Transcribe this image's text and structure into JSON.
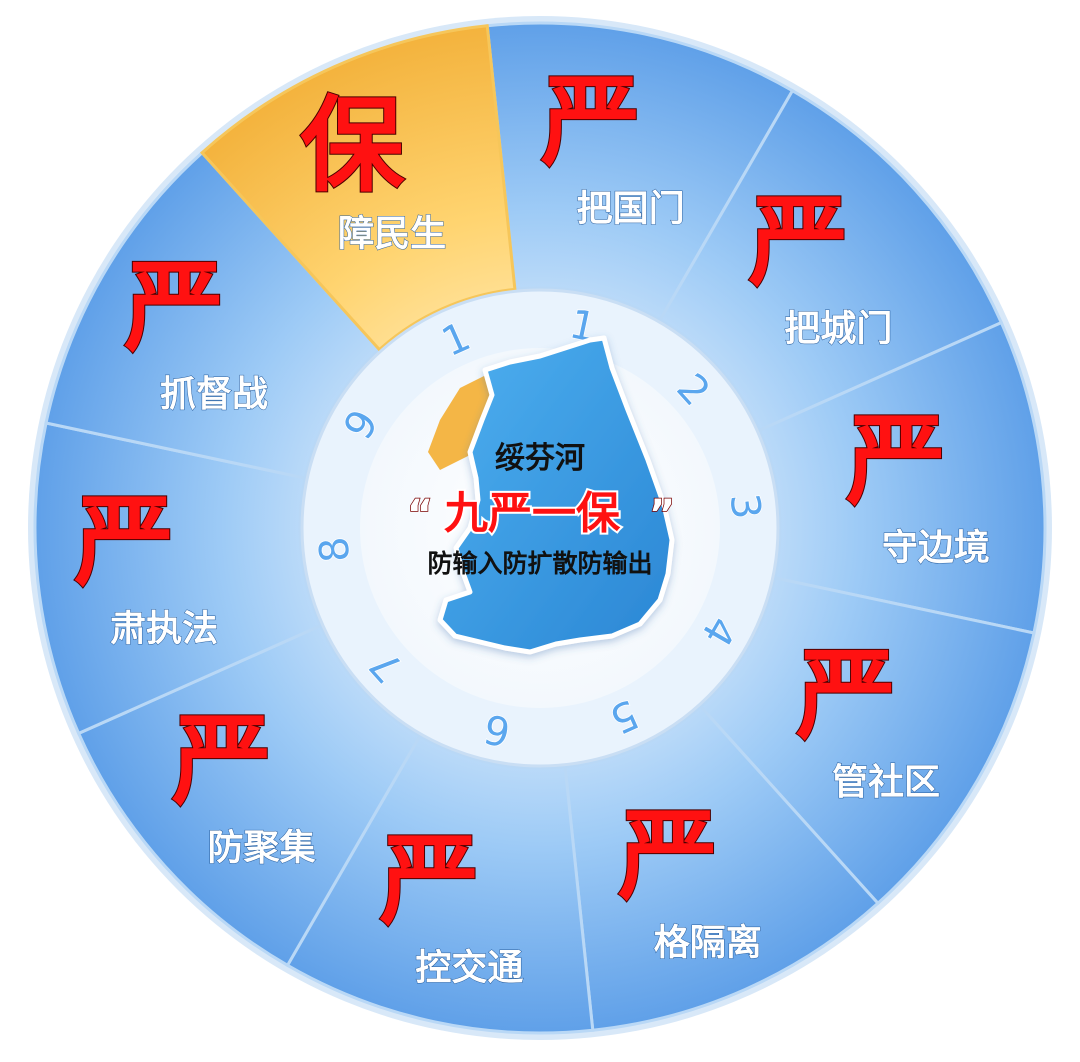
{
  "center": {
    "city": "绥芬河",
    "slogan_open": "“",
    "slogan": "九严一保",
    "slogan_close": "”",
    "subtitle": "防输入防扩散防输出"
  },
  "segments": [
    {
      "big": "严",
      "label": "把国门",
      "number": "1",
      "highlight": false
    },
    {
      "big": "严",
      "label": "把城门",
      "number": "2",
      "highlight": false
    },
    {
      "big": "严",
      "label": "守边境",
      "number": "3",
      "highlight": false
    },
    {
      "big": "严",
      "label": "管社区",
      "number": "4",
      "highlight": false
    },
    {
      "big": "严",
      "label": "格隔离",
      "number": "5",
      "highlight": false
    },
    {
      "big": "严",
      "label": "控交通",
      "number": "6",
      "highlight": false
    },
    {
      "big": "严",
      "label": "防聚集",
      "number": "7",
      "highlight": false
    },
    {
      "big": "严",
      "label": "肃执法",
      "number": "8",
      "highlight": false
    },
    {
      "big": "严",
      "label": "抓督战",
      "number": "9",
      "highlight": false
    },
    {
      "big": "保",
      "label": "障民生",
      "number": "1",
      "highlight": true
    }
  ],
  "colors": {
    "segment_light": "#9fcbf6",
    "segment_dark": "#5e9fe8",
    "highlight_light": "#ffd470",
    "highlight_dark": "#f3b23c",
    "ring": "#eef5fd",
    "map_fill": "#3d9be0",
    "map_edge": "#1f6fb8",
    "accent_red": "#ff1111",
    "accent_blue": "#1a7fd6"
  }
}
